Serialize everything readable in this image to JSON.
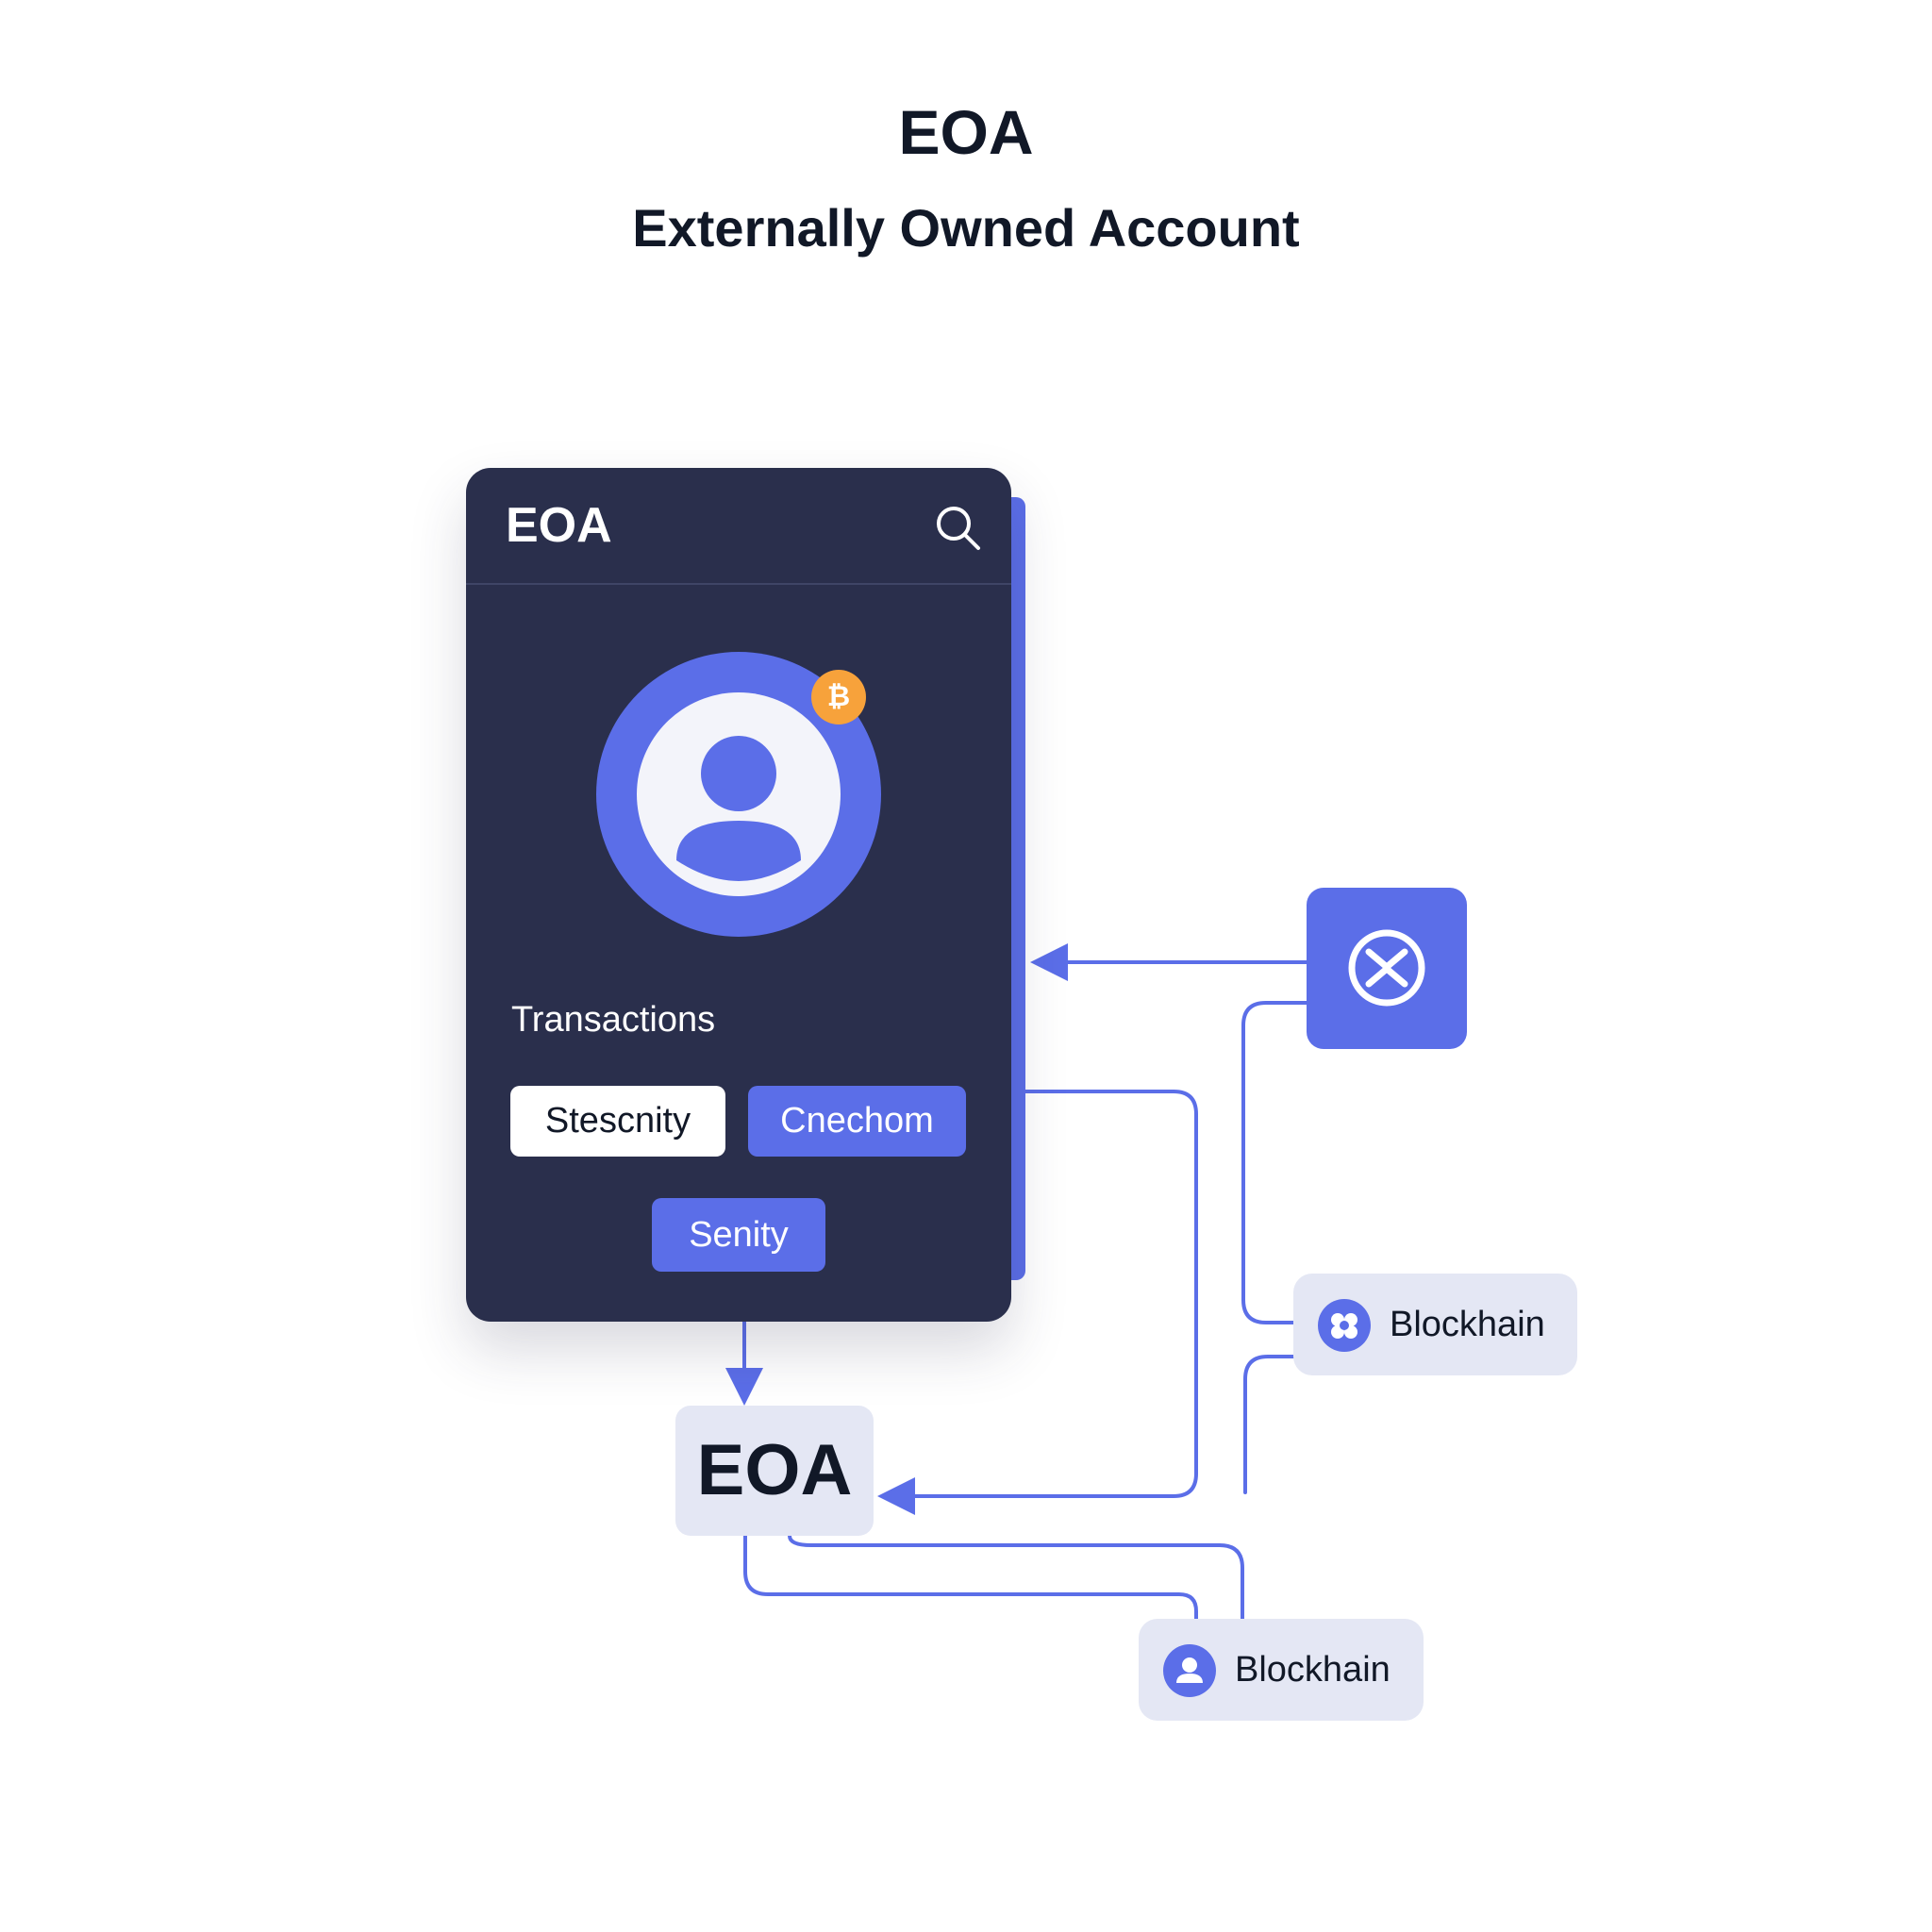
{
  "title": "EOA",
  "subtitle": "Externally Owned Account",
  "card": {
    "title": "EOA",
    "section_label": "Transactions",
    "buttons": [
      "Stescnity",
      "Cnechom",
      "Senity"
    ]
  },
  "eoa_node": {
    "label": "EOA"
  },
  "blockchain_nodes": [
    {
      "label": "Blockhain",
      "icon": "network-icon"
    },
    {
      "label": "Blockhain",
      "icon": "user-icon"
    }
  ],
  "icons": {
    "search": "search-icon",
    "avatar": "user-avatar-icon",
    "badge": "bitcoin-icon",
    "tile": "crypto-token-icon"
  },
  "colors": {
    "accent": "#5b6ee8",
    "card_background": "#2a2f4c",
    "badge": "#f7a23b",
    "node_background": "#e4e7f4",
    "connector": "#5b6ee8"
  }
}
